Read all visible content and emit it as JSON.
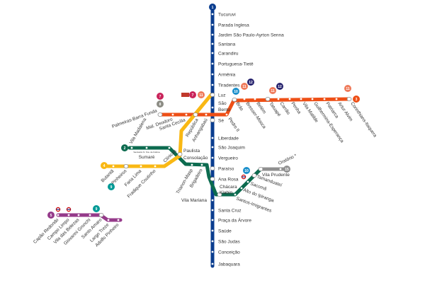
{
  "title": "São Paulo Metro Map",
  "colors": {
    "line1": "#0a3d8f",
    "line2": "#0c6b4f",
    "line3": "#ee4f16",
    "line4": "#f9b814",
    "line5": "#953a8a",
    "line7": "#c9235a",
    "line8": "#8c8c84",
    "line9": "#009a96",
    "line10": "#1a8fcb",
    "line11": "#ef7a5a",
    "line12": "#27236e",
    "line15": "#909090"
  },
  "lines": {
    "line1": {
      "badge": "1",
      "stations": [
        "Tucuruvi",
        "Parada Inglesa",
        "Jardim São Paulo-Ayrton Senna",
        "Santana",
        "Carandiru",
        "Portuguesa-Tietê",
        "Armênia",
        "Tiradentes",
        "Luz",
        "São Bento",
        "Sé",
        "Liberdade",
        "São Joaquim",
        "Vergueiro",
        "Paraíso",
        "Ana Rosa",
        "Vila Mariana",
        "Santa Cruz",
        "Praça da Árvore",
        "Saúde",
        "São Judas",
        "Conceição",
        "Jabaquara"
      ]
    },
    "line2": {
      "badge": "2",
      "stations": [
        "Vila Madalena",
        "Sumaré",
        "Clínicas",
        "Consolação",
        "Trianon-Masp",
        "Brigadeiro",
        "Paraíso",
        "Ana Rosa",
        "Chácara Klabin",
        "Santos-Imigrantes",
        "Alto do Ipiranga",
        "Sacomã",
        "Tamanduateí",
        "Vila Prudente"
      ],
      "sumare_note": "Santuário N. Sra. de Fátima"
    },
    "line3": {
      "badge": "3",
      "stations": [
        "Palmeiras-Barra Funda",
        "Mal. Deodoro",
        "Santa Cecília",
        "República",
        "Anhangabaú",
        "Sé",
        "Pedro II",
        "Brás",
        "Bresser-Mooca",
        "Belém",
        "Tatuapé",
        "Carrão",
        "Penha",
        "Vila Matilde",
        "Guilhermina-Esperança",
        "Patriarca",
        "Artur Alvim",
        "Corinthians-Itaquera"
      ]
    },
    "line4": {
      "badge": "4",
      "stations": [
        "Luz",
        "República",
        "Paulista",
        "Fradique Coutinho",
        "Faria Lima",
        "Pinheiros",
        "Butantã"
      ]
    },
    "line5": {
      "badge": "5",
      "stations": [
        "Capão Redondo",
        "Campo Limpo",
        "Vila das Belezas",
        "Giovanni Gronchi",
        "Santo Amaro",
        "Largo Treze",
        "Adolfo Pinheiro"
      ]
    },
    "line15": {
      "badge": "15",
      "stations": [
        "Vila Prudente",
        "Oratório *"
      ]
    }
  },
  "connection_badges": [
    "7",
    "8",
    "7",
    "11",
    "10",
    "11",
    "12",
    "11",
    "12",
    "11",
    "10",
    "9",
    "9"
  ]
}
